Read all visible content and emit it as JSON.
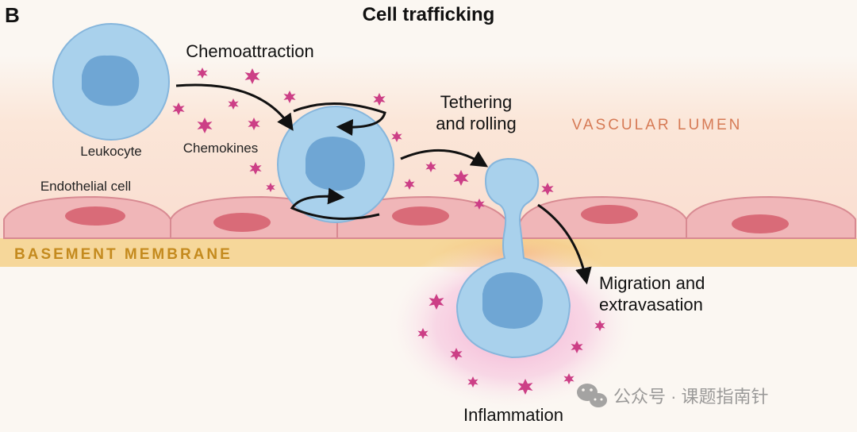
{
  "panel_label": "B",
  "title": "Cell trafficking",
  "labels": {
    "chemoattraction": "Chemoattraction",
    "leukocyte": "Leukocyte",
    "chemokines": "Chemokines",
    "tethering_line1": "Tethering",
    "tethering_line2": "and rolling",
    "vascular_lumen": "VASCULAR LUMEN",
    "endothelial_cell": "Endothelial cell",
    "basement_membrane": "BASEMENT MEMBRANE",
    "migration_line1": "Migration and",
    "migration_line2": "extravasation",
    "inflammation": "Inflammation"
  },
  "watermark": {
    "icon": "wechat-icon",
    "text": "公众号 · 课题指南针"
  },
  "colors": {
    "cell_body": "#a9d1ec",
    "nucleus": "#6fa6d4",
    "endothelial": "#f0b6b8",
    "endothelial_nucleus": "#d96b78",
    "basement_membrane": "#f6d79a",
    "chemokine": "#cc3f86",
    "vascular_lumen_text": "#d67a55",
    "basement_text": "#c48a1e"
  }
}
